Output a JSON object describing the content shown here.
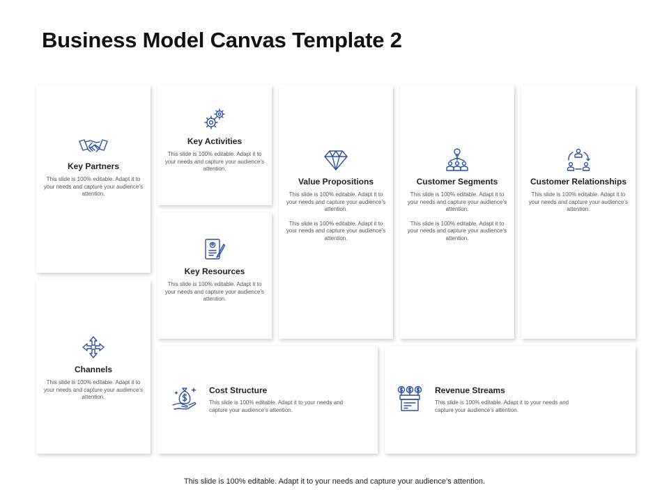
{
  "title": "Business Model Canvas Template 2",
  "body_text": "This slide is 100% editable. Adapt it to your needs and capture your audience’s attention.",
  "sections": {
    "key_partners": {
      "title": "Key Partners",
      "icon": "handshake-icon"
    },
    "key_activities": {
      "title": "Key Activities",
      "icon": "gears-icon"
    },
    "key_resources": {
      "title": "Key Resources",
      "icon": "document-pen-icon"
    },
    "value_propositions": {
      "title": "Value Propositions",
      "icon": "diamond-icon"
    },
    "customer_segments": {
      "title": "Customer Segments",
      "icon": "lightbulb-people-icon"
    },
    "customer_relationships": {
      "title": "Customer Relationships",
      "icon": "people-cycle-icon"
    },
    "channels": {
      "title": "Channels",
      "icon": "arrows-four-way-icon"
    },
    "cost_structure": {
      "title": "Cost Structure",
      "icon": "money-bag-hand-icon"
    },
    "revenue_streams": {
      "title": "Revenue Streams",
      "icon": "dollar-cash-register-icon"
    }
  },
  "footer": "This slide is 100% editable. Adapt it to your needs and capture your audience’s attention.",
  "colors": {
    "icon": "#2c4fa8",
    "title": "#111111",
    "body": "#555555"
  }
}
